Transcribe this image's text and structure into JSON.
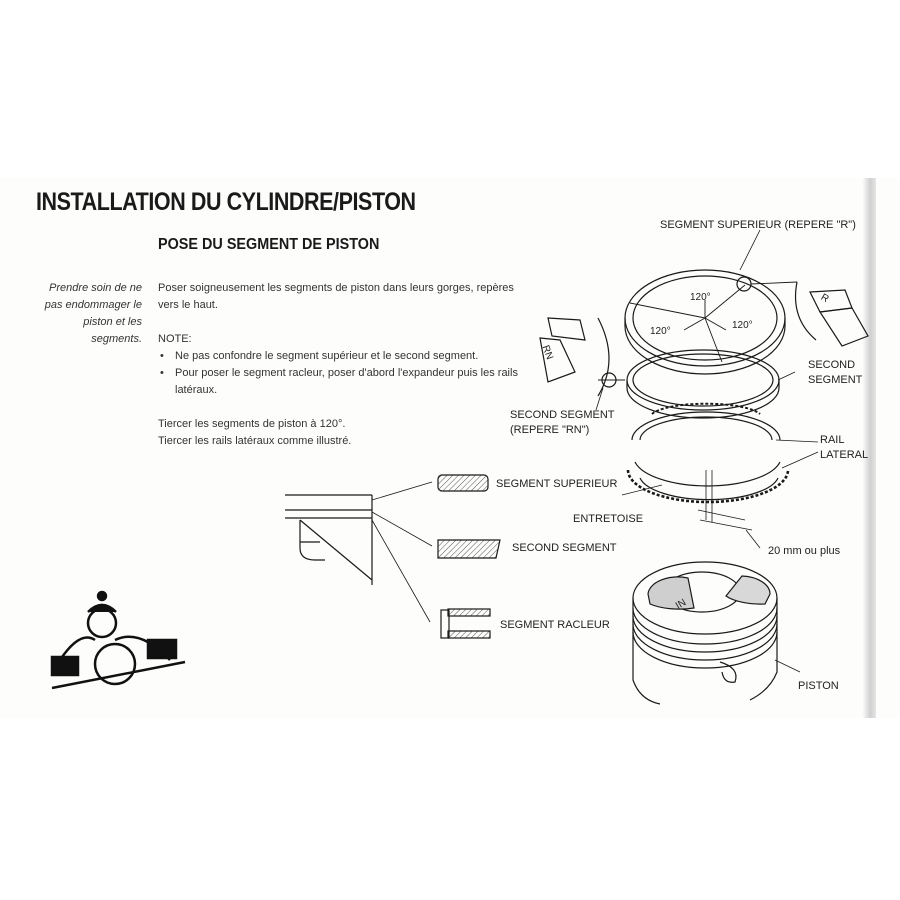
{
  "title": "INSTALLATION DU CYLINDRE/PISTON",
  "subtitle": "POSE DU SEGMENT DE PISTON",
  "side_note": "Prendre soin de ne pas endommager le piston et les segments.",
  "intro": "Poser soigneusement les segments de piston dans leurs gorges, repères vers le haut.",
  "note_label": "NOTE:",
  "notes": [
    "Ne pas confondre le segment supérieur et le second segment.",
    "Pour poser le segment racleur, poser d'abord l'expandeur puis les rails latéraux."
  ],
  "instructions": [
    "Tiercer les segments de piston à 120°.",
    "Tiercer les rails latéraux comme illustré."
  ],
  "labels": {
    "top_ring_mark": "SEGMENT SUPERIEUR (REPERE \"R\")",
    "angle_top": "120°",
    "angle_left": "120°",
    "angle_right": "120°",
    "second_ring": "SECOND SEGMENT",
    "second_ring_mark": "SECOND SEGMENT (REPERE \"RN\")",
    "side_rail": "RAIL LATERAL",
    "spacer": "ENTRETOISE",
    "gap": "20 mm ou plus",
    "piston": "PISTON",
    "profile_top": "SEGMENT SUPERIEUR",
    "profile_second": "SECOND SEGMENT",
    "profile_oil": "SEGMENT RACLEUR",
    "mark_r": "R",
    "mark_rn": "RN",
    "crown_mark": "IN"
  },
  "colors": {
    "ink": "#1a1a1a",
    "paper": "#fdfdfc",
    "hatch": "#555555"
  }
}
